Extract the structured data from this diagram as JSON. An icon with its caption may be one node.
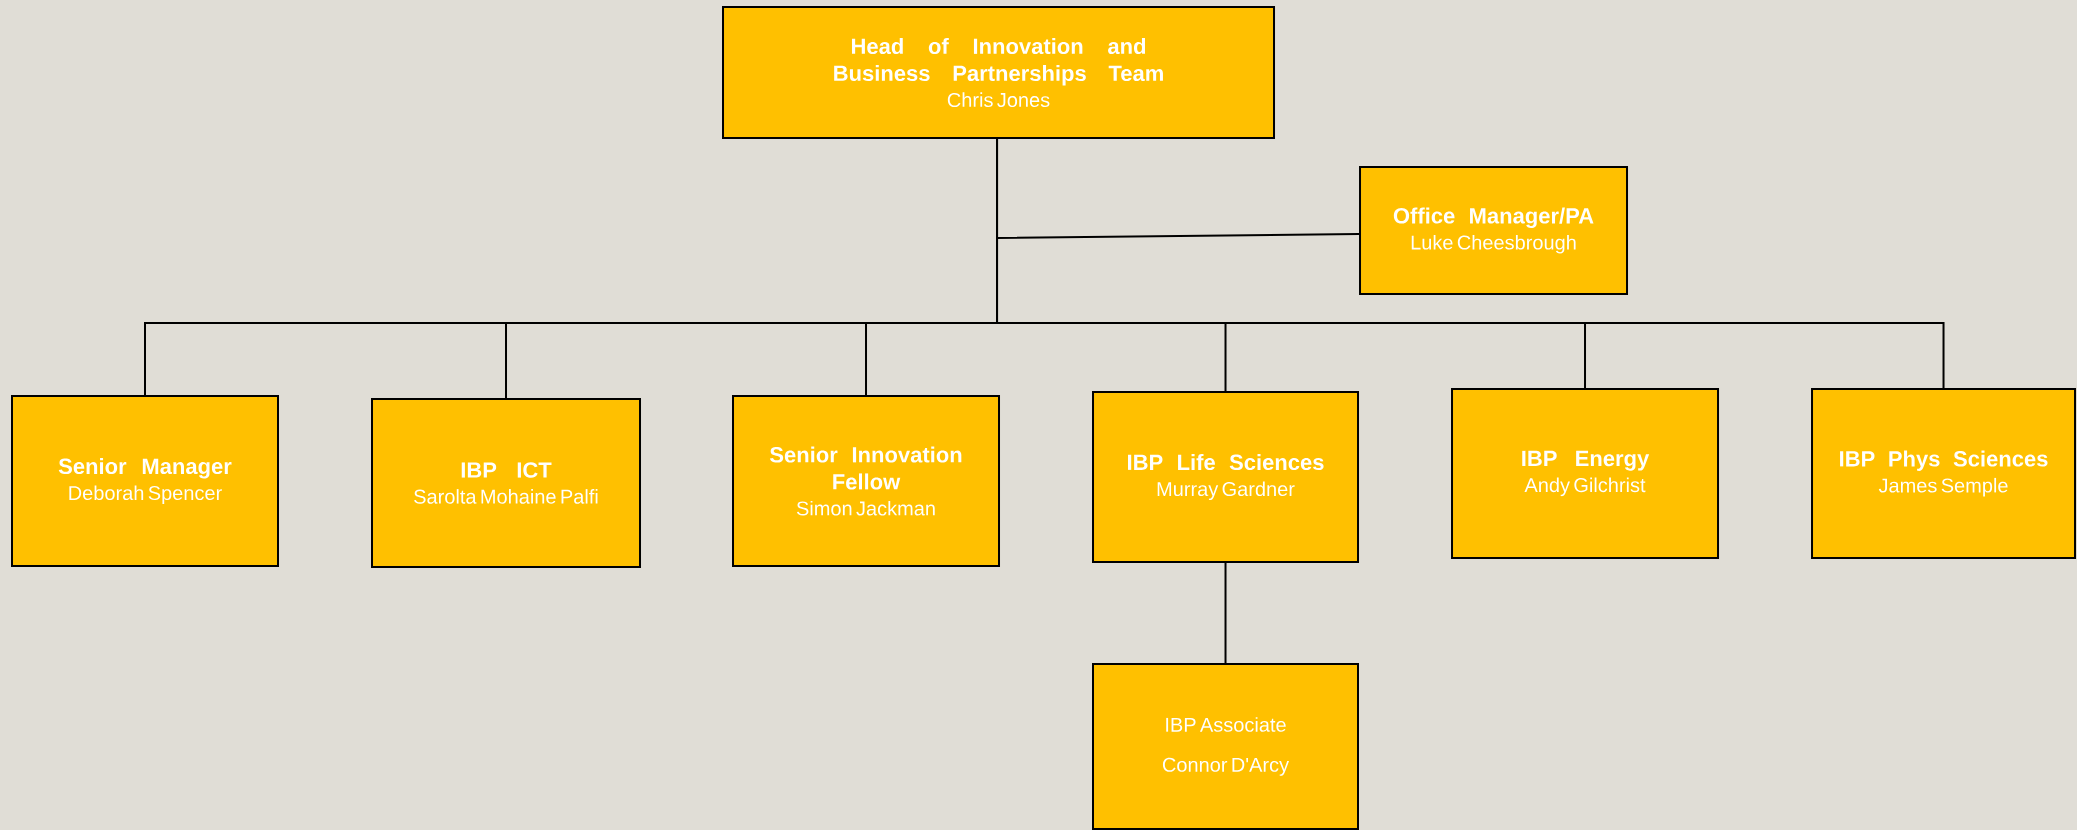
{
  "diagram": {
    "nodes": [
      {
        "text": [
          "Head of Innovation and Business Partnerships Team",
          "Chris Jones"
        ]
      },
      {
        "text": [
          "Office Manager/PA",
          "Luke Cheesbrough"
        ]
      },
      {
        "text": [
          "Senior Manager",
          "Deborah Spencer"
        ]
      },
      {
        "text": [
          "IBP ICT",
          "Sarolta Mohaine Palfi"
        ]
      },
      {
        "text": [
          "Senior Innovation Fellow",
          "Simon Jackman"
        ]
      },
      {
        "text": [
          "IBP Life Sciences",
          "Murray Gardner"
        ]
      },
      {
        "text": [
          "IBP Energy",
          "Andy Gilchrist"
        ]
      },
      {
        "text": [
          "IBP Phys Sciences",
          "James Semple"
        ]
      },
      {
        "text": [
          "IBP Associate",
          "Connor D'Arcy"
        ]
      }
    ],
    "edges": [
      {
        "from": 0,
        "to": 1,
        "arrow": "none"
      },
      {
        "from": 0,
        "to": 2,
        "arrow": "none"
      },
      {
        "from": 0,
        "to": 3,
        "arrow": "none"
      },
      {
        "from": 0,
        "to": 4,
        "arrow": "none"
      },
      {
        "from": 0,
        "to": 5,
        "arrow": "none"
      },
      {
        "from": 0,
        "to": 6,
        "arrow": "none"
      },
      {
        "from": 0,
        "to": 7,
        "arrow": "none"
      },
      {
        "from": 5,
        "to": 8,
        "arrow": "none"
      }
    ]
  }
}
